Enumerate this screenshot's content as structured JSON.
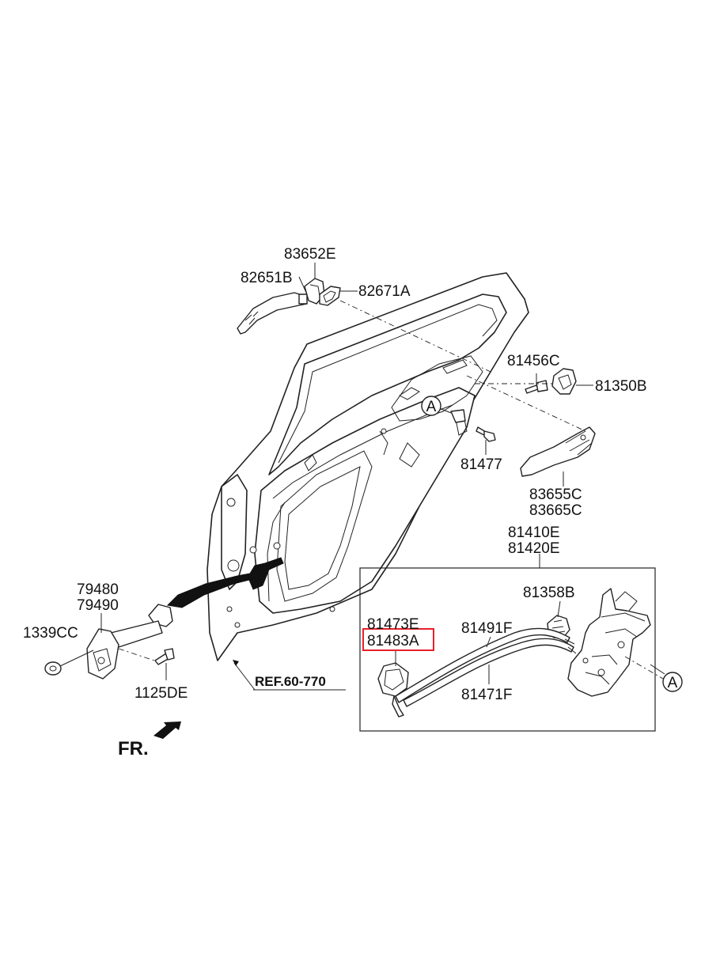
{
  "labels": {
    "p83652E": "83652E",
    "p82651B": "82651B",
    "p82671A": "82671A",
    "p81456C": "81456C",
    "p81350B": "81350B",
    "p81477": "81477",
    "p83655C": "83655C",
    "p83665C": "83665C",
    "p81410E": "81410E",
    "p81420E": "81420E",
    "p81358B": "81358B",
    "p81473E": "81473E",
    "p81483A": "81483A",
    "p81491F": "81491F",
    "p81471F": "81471F",
    "p79480": "79480",
    "p79490": "79490",
    "p1339CC": "1339CC",
    "p1125DE": "1125DE",
    "ref": "REF.60-770",
    "fr": "FR.",
    "circleA1": "A",
    "circleA2": "A"
  },
  "highlight": {
    "part": "81483A",
    "color": "#e8202a"
  }
}
